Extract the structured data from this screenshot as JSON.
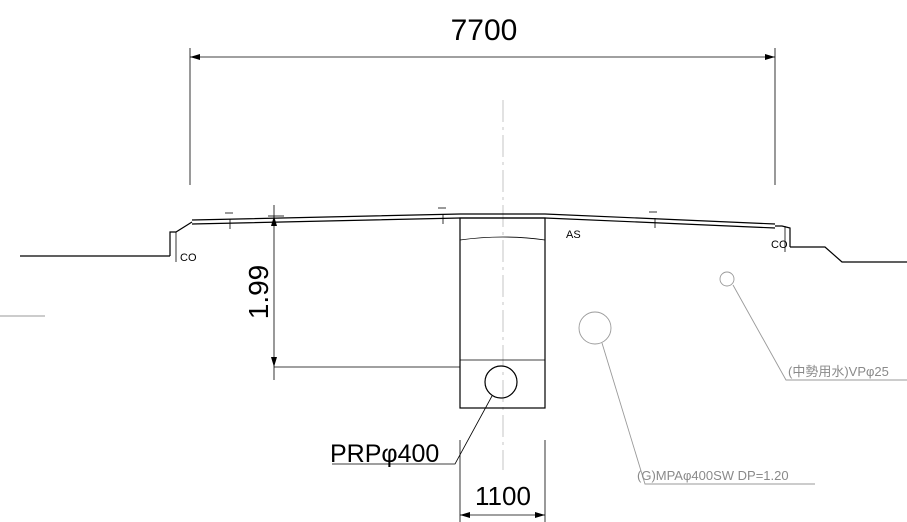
{
  "dimensions": {
    "overall_width": "7700",
    "depth": "1.99",
    "pipe_box_width": "1100"
  },
  "labels": {
    "curb_left": "CO",
    "curb_right": "CO",
    "surface": "AS",
    "main_pipe": "PRPφ400",
    "gas_pipe": "(G)MPAφ400SW DP=1.20",
    "water_pipe": "(中勢用水)VPφ25"
  },
  "colors": {
    "lines": "#000000",
    "existing_utilities": "#8a8a8a",
    "centerline": "#b8b8b8"
  }
}
